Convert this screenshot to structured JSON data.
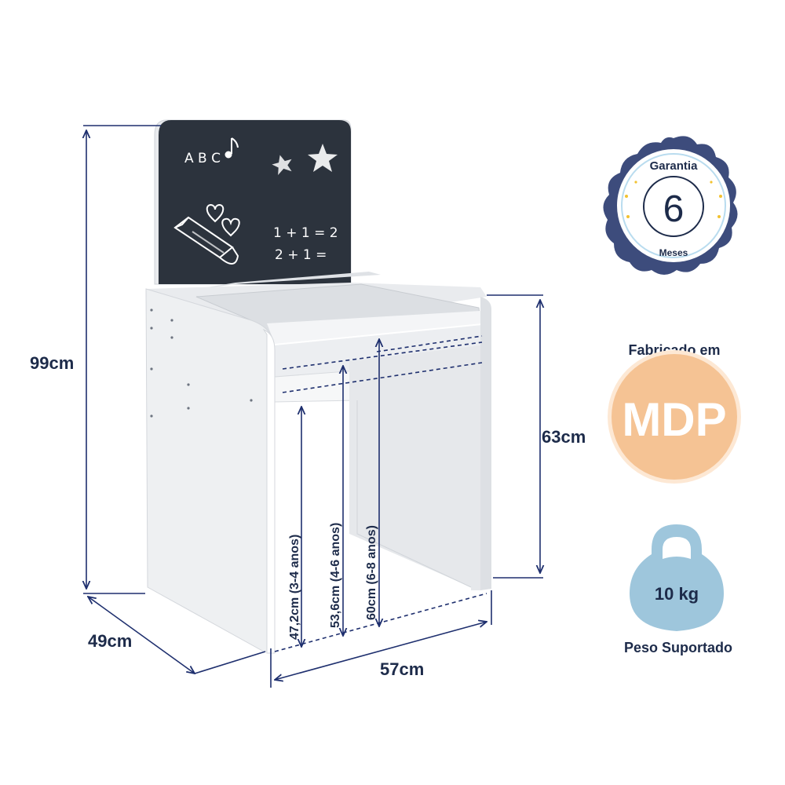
{
  "colors": {
    "navy": "#3a4a7a",
    "dim_line": "#1e2f6e",
    "chalkboard": "#2c333d",
    "desk_white": "#f2f3f5",
    "mdp_orange": "#f5c394",
    "weight_blue": "#9ec6dc"
  },
  "dimensions": {
    "total_height": "99cm",
    "desk_height": "63cm",
    "depth": "49cm",
    "width": "57cm",
    "height_3_4": "47,2cm (3-4 anos)",
    "height_4_6": "53,6cm (4-6 anos)",
    "height_6_8": "60cm (6-8 anos)"
  },
  "chalkboard": {
    "letters": "A B C",
    "math_line_1": "1 + 1 = 2",
    "math_line_2": "2 + 1 ="
  },
  "warranty": {
    "title": "Garantia",
    "number": "6",
    "unit": "Meses"
  },
  "material": {
    "caption": "Fabricado em",
    "name": "MDP"
  },
  "weight": {
    "value": "10 kg",
    "caption": "Peso Suportado"
  }
}
